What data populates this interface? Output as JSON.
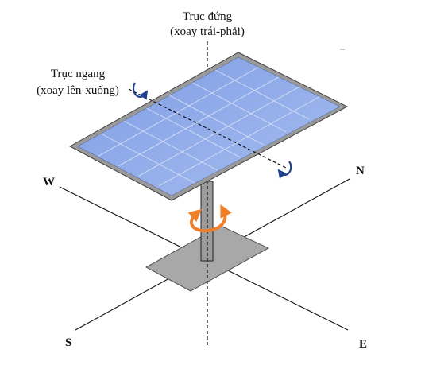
{
  "labels": {
    "vertical_axis_line1": "Trục đứng",
    "vertical_axis_line2": "(xoay trái-phải)",
    "horizontal_axis_line1": "Trục ngang",
    "horizontal_axis_line2": "(xoay lên-xuống)"
  },
  "compass": {
    "north": "N",
    "south": "S",
    "east": "E",
    "west": "W"
  },
  "colors": {
    "panel_fill": "#8aa6e6",
    "panel_frame": "#9a9a9a",
    "panel_grid": "#c8d6f4",
    "base_plate": "#a8a8a8",
    "post": "#9b9b9b",
    "rotation_arrow_vertical": "#f07f2a",
    "rotation_arrow_horizontal": "#1f3f8f",
    "axis_line": "#111111"
  }
}
